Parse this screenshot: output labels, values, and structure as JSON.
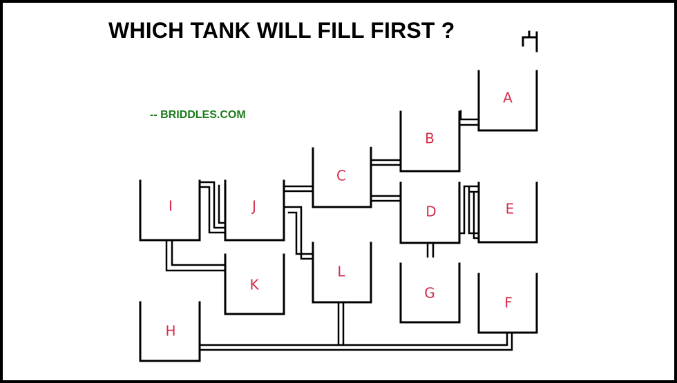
{
  "title": "WHICH TANK WILL FILL FIRST ?",
  "credit": "-- BRIDDLES.COM",
  "colors": {
    "background": "#ffffff",
    "ink": "#000000",
    "label": "#d62b4a",
    "credit": "#1a7a1a"
  },
  "icons": {
    "faucet": "faucet-icon"
  },
  "tanks": [
    {
      "id": "A",
      "label": "A"
    },
    {
      "id": "B",
      "label": "B"
    },
    {
      "id": "C",
      "label": "C"
    },
    {
      "id": "D",
      "label": "D"
    },
    {
      "id": "E",
      "label": "E"
    },
    {
      "id": "F",
      "label": "F"
    },
    {
      "id": "G",
      "label": "G"
    },
    {
      "id": "H",
      "label": "H"
    },
    {
      "id": "I",
      "label": "I"
    },
    {
      "id": "J",
      "label": "J"
    },
    {
      "id": "K",
      "label": "K"
    },
    {
      "id": "L",
      "label": "L"
    }
  ]
}
